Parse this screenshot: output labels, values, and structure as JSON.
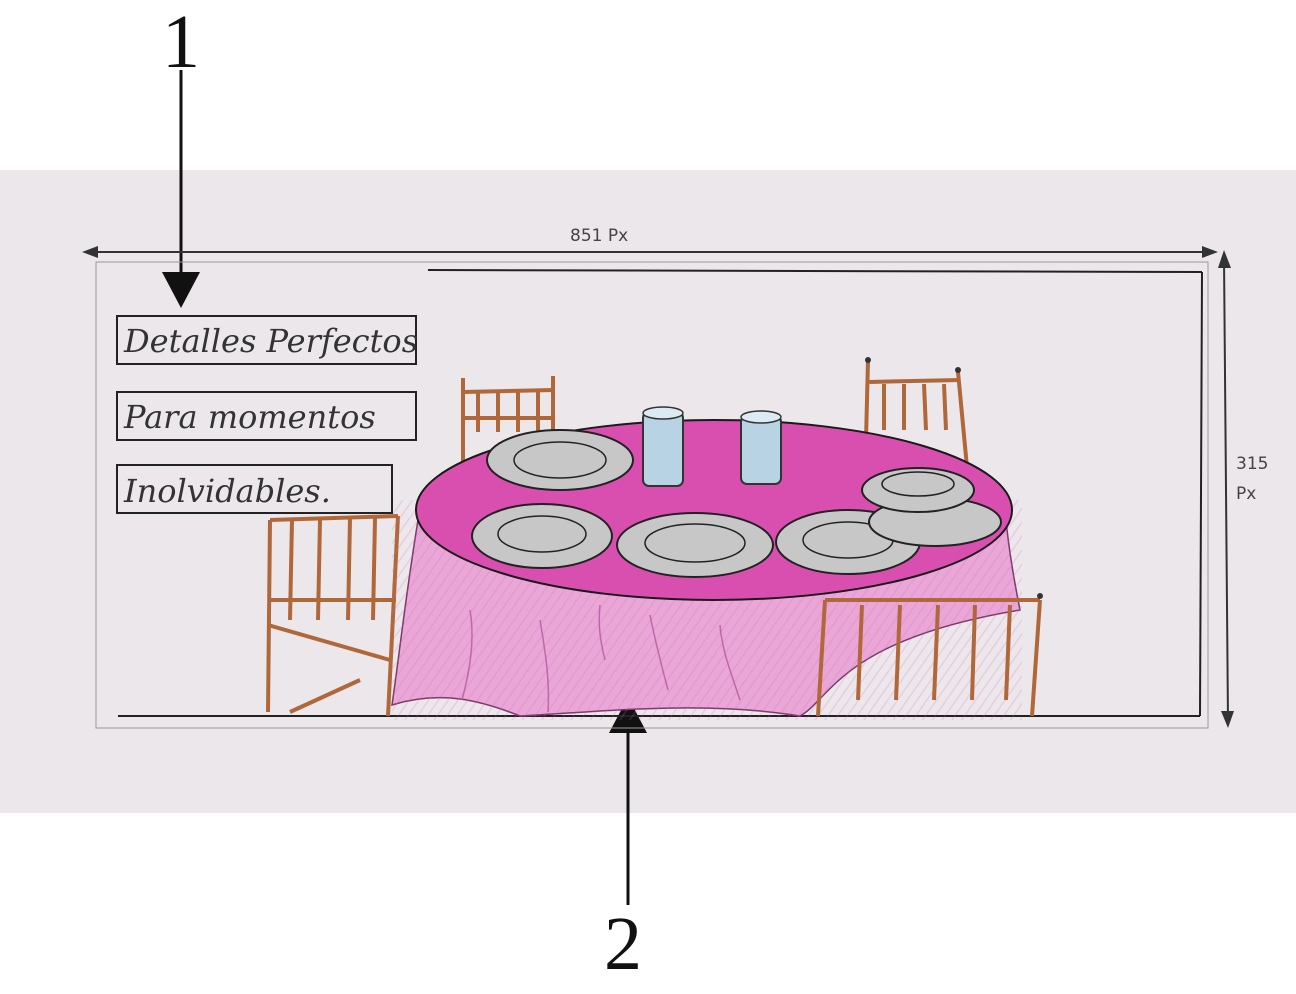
{
  "callouts": {
    "one": "1",
    "two": "2"
  },
  "dimensions": {
    "width": "851 Px",
    "height_value": "315",
    "height_unit": "Px"
  },
  "text_boxes": {
    "line1": "Detalles Perfectos",
    "line2": "Para momentos",
    "line3": "Inolvidables."
  },
  "colors": {
    "paper": "#ece7eb",
    "tablecloth": "#d94fb0",
    "skirt": "#e9a6d6",
    "chair_wood": "#b0683a",
    "plate": "#c7c7c7",
    "glass": "#b8d3e4",
    "ink": "#1a1a1a"
  }
}
